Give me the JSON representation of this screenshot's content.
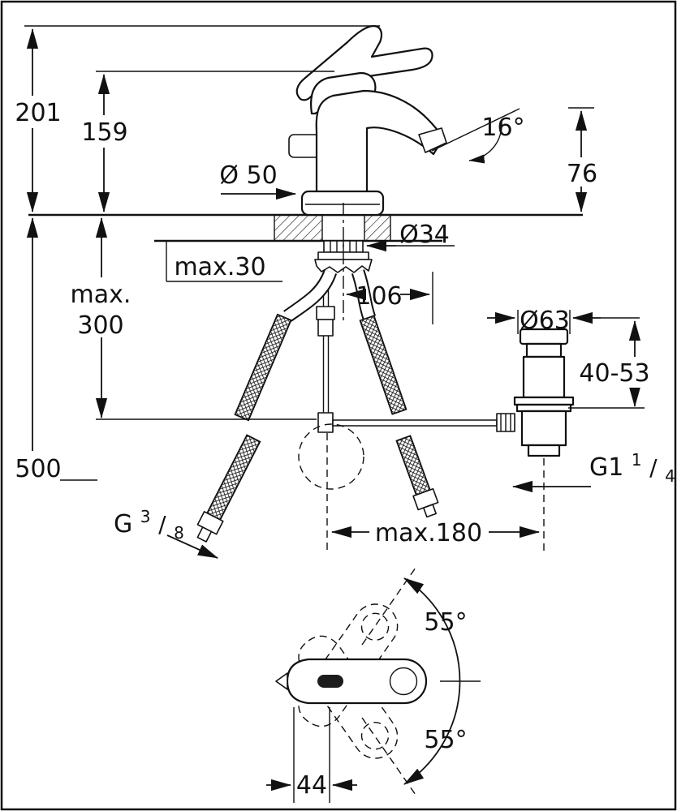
{
  "drawing": {
    "subject": "single-lever-basin-mixer-installation-diagram",
    "line_color": "#111111",
    "background": "#ffffff"
  },
  "dimensions": {
    "total_height": "201",
    "body_height": "159",
    "base_diameter": "Ø 50",
    "spout_angle": "16°",
    "outlet_height": "76",
    "shank_diameter": "Ø34",
    "deck_thickness": "max.30",
    "max_depth_line1": "max.",
    "max_depth_line2": "300",
    "hose_length": "500",
    "spout_reach": "106",
    "waste_flange_diameter": "Ø63",
    "clamping_range": "40-53",
    "waste_thread": {
      "prefix": "G1",
      "sup": "1",
      "slash": "/",
      "sub": "4"
    },
    "supply_thread": {
      "prefix": "G",
      "sup": "3",
      "slash": "/",
      "sub": "8"
    },
    "max_center_distance": "max.180",
    "handle_swivel_up": "55°",
    "handle_swivel_down": "55°",
    "handle_slot_offset": "44"
  }
}
